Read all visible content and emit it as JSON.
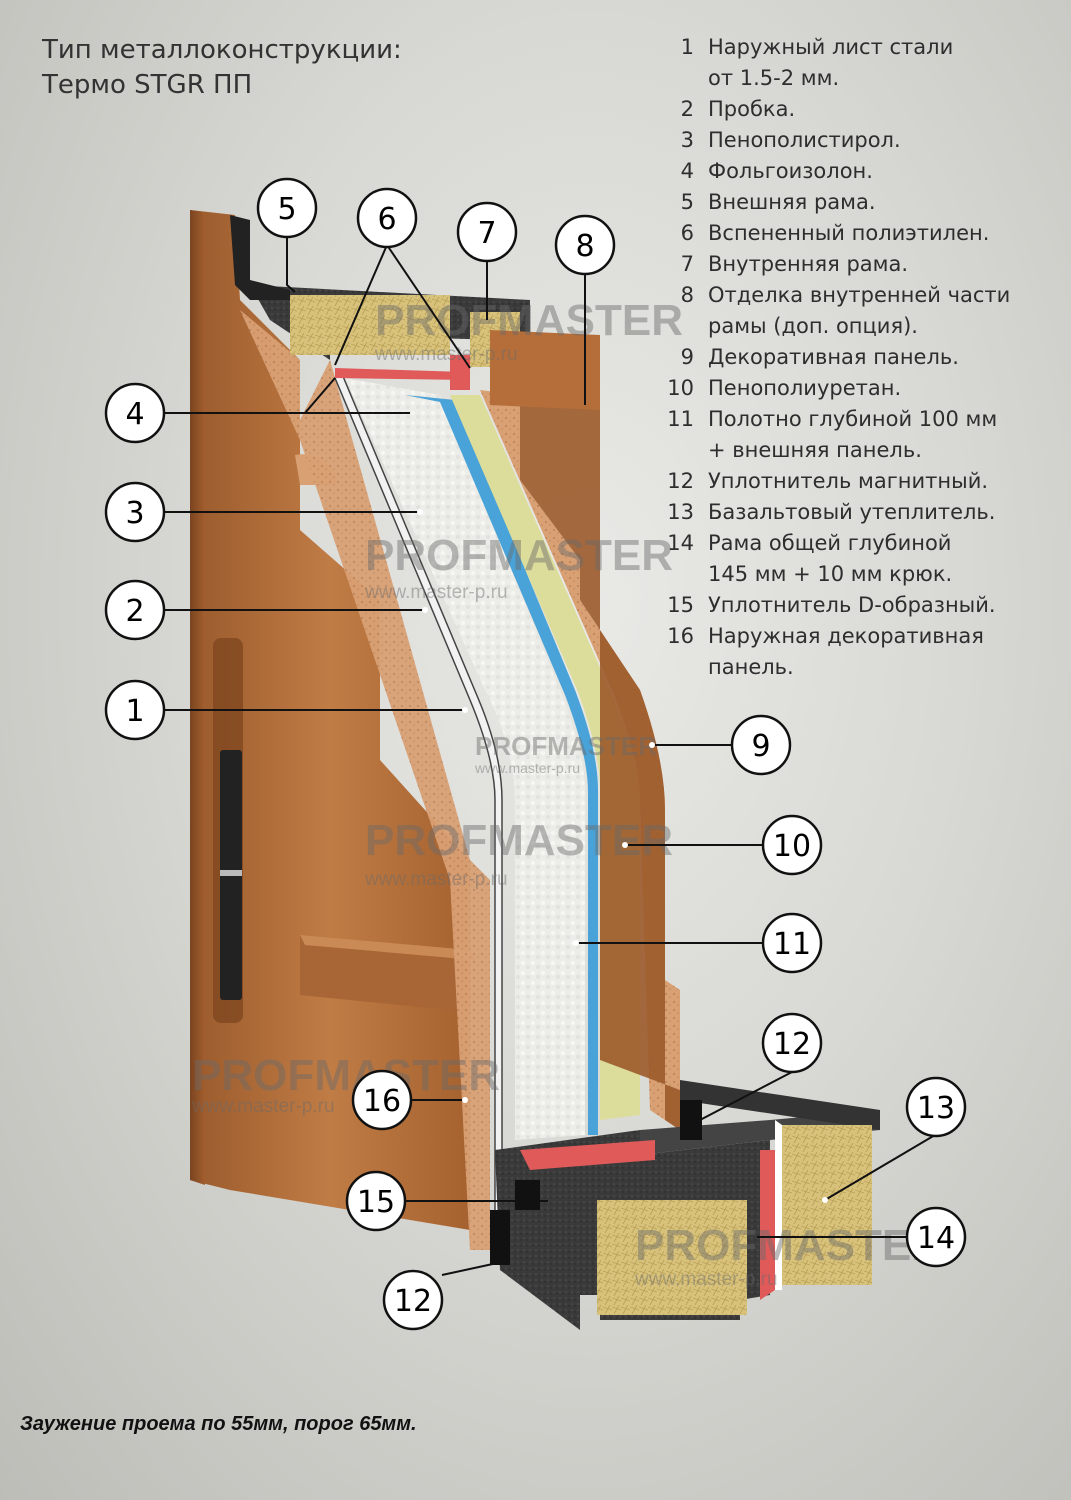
{
  "title": {
    "line1": "Тип металлоконструкции:",
    "line2": "Термо STGR ПП"
  },
  "legend": [
    {
      "num": "1",
      "text": "Наружный лист стали\nот 1.5-2 мм."
    },
    {
      "num": "2",
      "text": "Пробка."
    },
    {
      "num": "3",
      "text": "Пенополистирол."
    },
    {
      "num": "4",
      "text": "Фольгоизолон."
    },
    {
      "num": "5",
      "text": "Внешняя рама."
    },
    {
      "num": "6",
      "text": "Вспененный полиэтилен."
    },
    {
      "num": "7",
      "text": "Внутренняя рама."
    },
    {
      "num": "8",
      "text": "Отделка внутренней части\nрамы (доп. опция)."
    },
    {
      "num": "9",
      "text": "Декоративная панель."
    },
    {
      "num": "10",
      "text": "Пенополиуретан."
    },
    {
      "num": "11",
      "text": "Полотно глубиной 100 мм\n+ внешняя панель."
    },
    {
      "num": "12",
      "text": "Уплотнитель магнитный."
    },
    {
      "num": "13",
      "text": "Базальтовый утеплитель."
    },
    {
      "num": "14",
      "text": "Рама общей глубиной\n145 мм + 10 мм крюк."
    },
    {
      "num": "15",
      "text": "Уплотнитель D-образный."
    },
    {
      "num": "16",
      "text": "Наружная декоративная\nпанель."
    }
  ],
  "callouts": [
    "1",
    "2",
    "3",
    "4",
    "5",
    "6",
    "7",
    "8",
    "9",
    "10",
    "11",
    "12",
    "12",
    "13",
    "14",
    "15",
    "16"
  ],
  "watermark": {
    "brand": "PROFMASTER",
    "url": "www.master-p.ru"
  },
  "footer": "Заужение проема по 55мм, порог 65мм.",
  "colors": {
    "wood": "#b8743f",
    "mdf_edge": "#dba177",
    "foam_white": "#ededea",
    "foil_blue": "#4aa3d8",
    "pu_foam": "#dede9a",
    "seal_red": "#e05a5a",
    "metal_dark": "#2d2d2d",
    "basalt": "#d6c27a"
  }
}
